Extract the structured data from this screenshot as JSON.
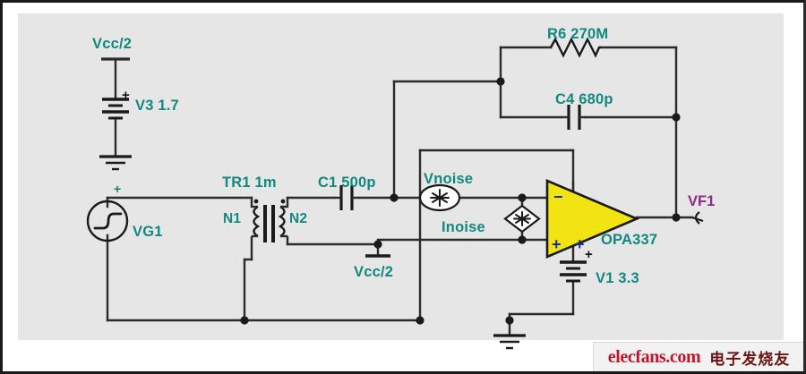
{
  "document": {
    "type": "circuit-schematic",
    "title": "OPA337 transformer-coupled noise-analysis schematic",
    "canvas_color": "#e6e6e6",
    "wire_color": "#2b2b2b",
    "label_color": "#12887f",
    "probe_color": "#8b2b8b",
    "opamp_fill": "#f2e313",
    "opamp_pin_color": "#1c2f8f"
  },
  "components": {
    "v3": {
      "net_label": "Vcc/2",
      "designator_value": "V3 1.7",
      "polarity": "+",
      "symbol": "battery-icon"
    },
    "vg1": {
      "label": "VG1",
      "polarity": "+",
      "symbol": "step-source-icon"
    },
    "tr1": {
      "label": "TR1 1m",
      "primary": "N1",
      "secondary": "N2",
      "symbol": "transformer-icon"
    },
    "c1": {
      "label": "C1 500p",
      "symbol": "capacitor-icon"
    },
    "vcc2_net": {
      "label": "Vcc/2",
      "symbol": "net-terminal-icon"
    },
    "vnoise": {
      "label": "Vnoise",
      "symbol": "noise-voltage-source-icon"
    },
    "inoise": {
      "label": "Inoise",
      "symbol": "noise-current-source-icon"
    },
    "opamp": {
      "label": "OPA337",
      "inverting_pin": "−",
      "noninverting_pin": "+",
      "supply_pin": "+",
      "symbol": "opamp-triangle-icon"
    },
    "v1": {
      "designator_value": "V1 3.3",
      "polarity": "+",
      "symbol": "battery-icon"
    },
    "r6": {
      "label": "R6 270M",
      "symbol": "resistor-icon"
    },
    "c4": {
      "label": "C4 680p",
      "symbol": "capacitor-icon"
    },
    "vf1": {
      "label": "VF1",
      "symbol": "voltage-probe-icon"
    },
    "ground_v3": {
      "symbol": "ground-icon"
    },
    "ground_main": {
      "symbol": "ground-icon"
    }
  },
  "watermark": {
    "site": "elecfans.com",
    "cn": "电子发烧友"
  }
}
